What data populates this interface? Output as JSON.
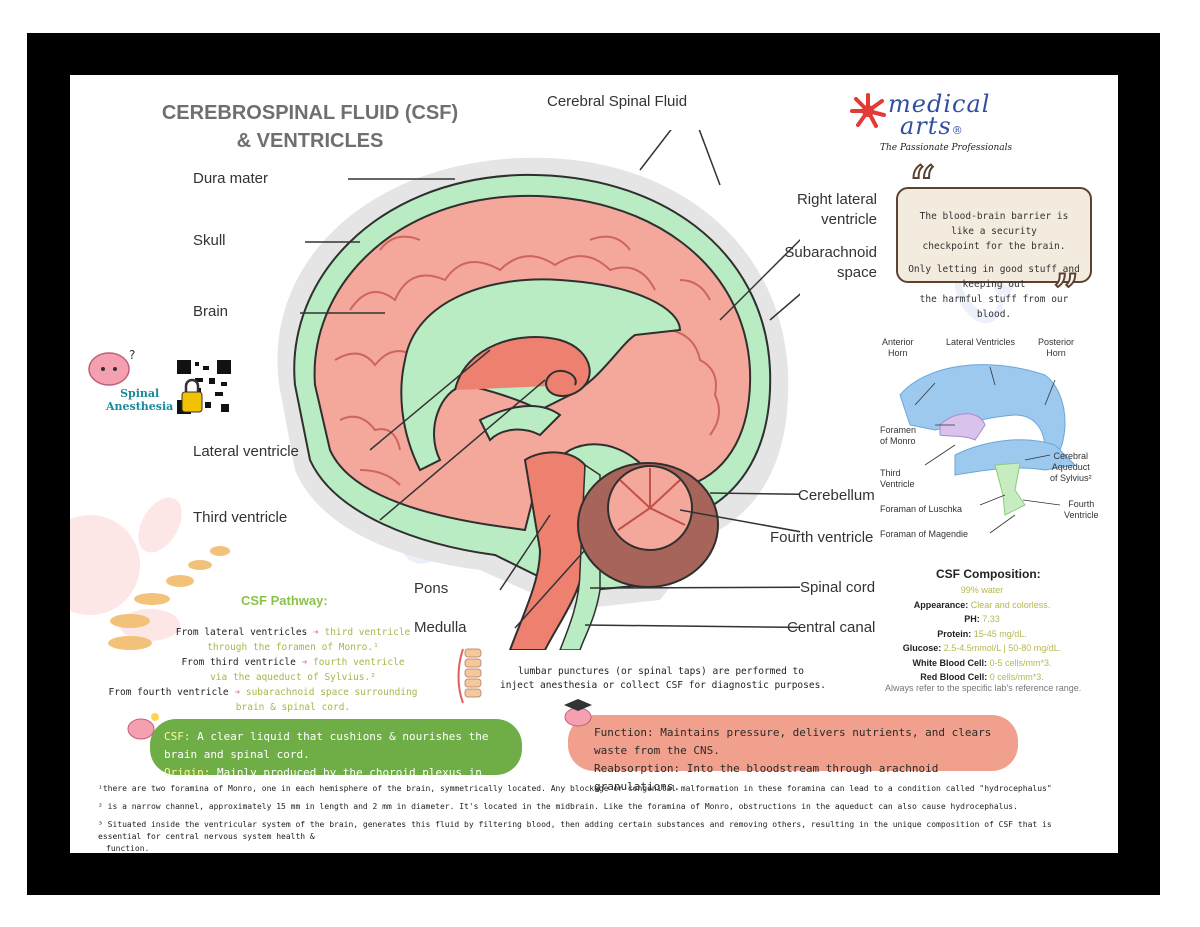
{
  "title": {
    "line1": "CEREBROSPINAL FLUID (CSF)",
    "line2": "& VENTRICLES"
  },
  "brain_labels": {
    "csf_top": "Cerebral Spinal Fluid",
    "dura": "Dura mater",
    "skull": "Skull",
    "brain": "Brain",
    "lateral_ventricle": "Lateral ventricle",
    "third_ventricle": "Third ventricle",
    "pons": "Pons",
    "medulla": "Medulla",
    "right_lateral_1": "Right lateral",
    "right_lateral_2": "ventricle",
    "subarachnoid_1": "Subarachnoid",
    "subarachnoid_2": "space",
    "cerebellum": "Cerebellum",
    "fourth_ventricle": "Fourth ventricle",
    "spinal_cord": "Spinal cord",
    "central_canal": "Central canal"
  },
  "logo": {
    "line1": "medical",
    "line2": "arts",
    "reg": "®",
    "tagline": "The Passionate Professionals"
  },
  "quote": {
    "line1": "The blood-brain barrier is like a security",
    "line2": "checkpoint for the brain.",
    "line3": "Only letting in good stuff and keeping out",
    "line4": "the harmful stuff from our blood."
  },
  "ventricle_labels": {
    "anterior_horn_1": "Anterior",
    "anterior_horn_2": "Horn",
    "lateral_ventricles": "Lateral Ventricles",
    "posterior_horn_1": "Posterior",
    "posterior_horn_2": "Horn",
    "foramen_monro_1": "Foramen",
    "foramen_monro_2": "of Monro",
    "third_v_1": "Third",
    "third_v_2": "Ventricle",
    "aqueduct_1": "Cerebral",
    "aqueduct_2": "Aqueduct",
    "aqueduct_3": "of Sylvius²",
    "luschka": "Foraman of Luschka",
    "fourth_v_1": "Fourth",
    "fourth_v_2": "Ventricle",
    "magendie": "Foraman of Magendie"
  },
  "spinal_anesthesia": {
    "line1": "Spinal",
    "line2": "Anesthesia"
  },
  "pathway": {
    "title": "CSF Pathway:",
    "l1a": "From lateral ventricles",
    "l1b": "third ventricle",
    "l2": "through the foramen of Monro.¹",
    "l3a": "From third ventricle",
    "l3b": "fourth ventricle",
    "l4": "via the aqueduct of Sylvius.²",
    "l5a": "From fourth ventricle",
    "l5b": "subarachnoid space surrounding",
    "l6": "brain & spinal cord."
  },
  "lumbar": {
    "line1": "lumbar punctures (or spinal taps) are performed to",
    "line2": "inject anesthesia or collect CSF for diagnostic purposes."
  },
  "composition": {
    "title": "CSF Composition:",
    "water": "99% water",
    "appearance_k": "Appearance:",
    "appearance_v": "Clear and colorless.",
    "ph_k": "PH:",
    "ph_v": "7.33",
    "protein_k": "Protein:",
    "protein_v": "15-45 mg/dL.",
    "glucose_k": "Glucose:",
    "glucose_v": "2.5-4.5mmol/L | 50-80 mg/dL.",
    "wbc_k": "White Blood Cell:",
    "wbc_v": "0-5 cells/mm*3.",
    "rbc_k": "Red Blood Cell:",
    "rbc_v": "0 cells/mm*3.",
    "note": "Always refer to the specific lab's reference range."
  },
  "green_box": {
    "k1": "CSF:",
    "v1": "A clear liquid that cushions & nourishes the brain and spinal cord.",
    "k2": "Origin:",
    "v2": "Mainly produced by the choroid plexus in the brain's ventricles."
  },
  "red_box": {
    "k1": "Function:",
    "v1": "Maintains pressure, delivers nutrients, and clears waste from the CNS.",
    "k2": "Reabsorption:",
    "v2": "Into the bloodstream through arachnoid granulations."
  },
  "footnotes": {
    "f1": "¹there are two foramina of Monro, one in each hemisphere of the brain, symmetrically located. Any blockage or congenital malformation in these foramina can lead to a condition called \"hydrocephalus\"",
    "f2": "²  is a narrow channel, approximately 15 mm in length and 2 mm in diameter. It's located in the midbrain. Like the foramina of Monro, obstructions in the aqueduct can also cause hydrocephalus.",
    "f3a": "³ Situated inside the ventricular system of the brain, generates this fluid by filtering blood, then adding certain substances and removing others, resulting in the unique composition of CSF that is essential for central nervous system health &",
    "f3b": "function."
  },
  "colors": {
    "csf_green": "#b9ecc2",
    "brain_pink": "#f4a79b",
    "brainstem": "#ee8070",
    "title_gray": "#6f6f6f",
    "accent_green": "#6fae47",
    "accent_red": "#f0a08c"
  }
}
